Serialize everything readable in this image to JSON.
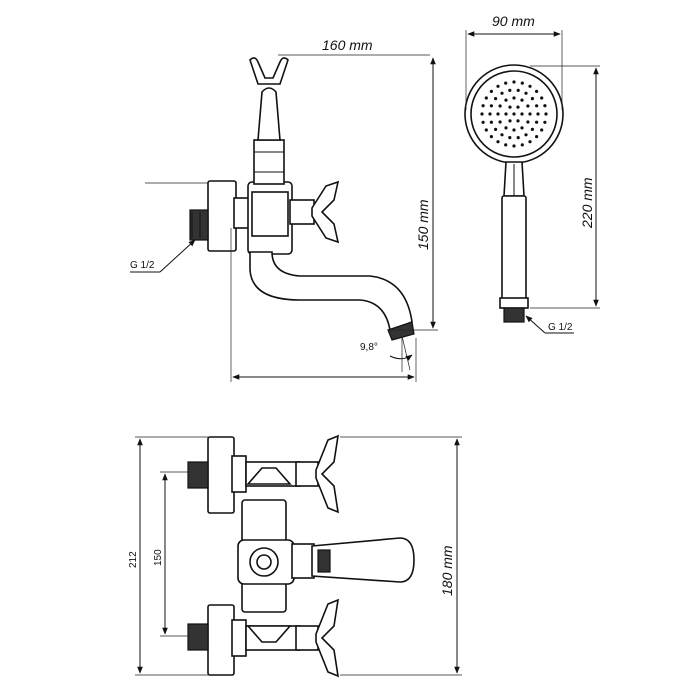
{
  "labels": {
    "spout_reach": "160 mm",
    "spout_height": "150 mm",
    "shower_head_width": "90 mm",
    "shower_length": "220 mm",
    "inlet_thread_left": "G 1/2",
    "inlet_thread_shower": "G 1/2",
    "spout_angle": "9,8°",
    "overall_width": "212",
    "centre_distance": "150",
    "top_view_depth": "180 mm"
  },
  "colors": {
    "line": "#111111",
    "dark_fill": "#333333",
    "background": "#ffffff"
  }
}
